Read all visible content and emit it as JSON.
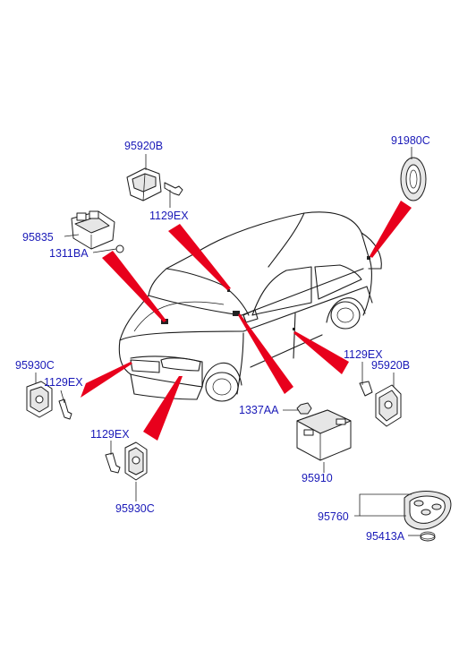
{
  "diagram": {
    "part_labels": {
      "p95920B_top": "95920B",
      "p1129EX_top": "1129EX",
      "p91980C": "91980C",
      "p95835": "95835",
      "p1311BA": "1311BA",
      "p95930C_left": "95930C",
      "p1129EX_left": "1129EX",
      "p1129EX_right": "1129EX",
      "p95920B_right": "95920B",
      "p1337AA": "1337AA",
      "p1129EX_bottom": "1129EX",
      "p95910": "95910",
      "p95930C_bottom": "95930C",
      "p95760": "95760",
      "p95413A": "95413A"
    }
  }
}
